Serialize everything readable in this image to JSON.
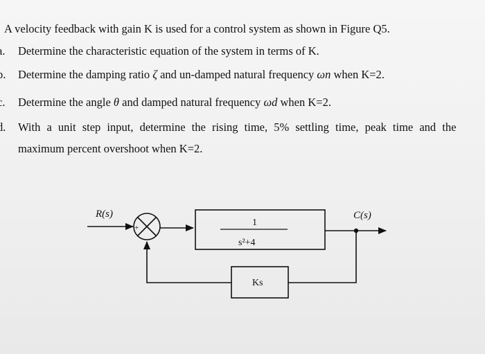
{
  "problem": {
    "intro": "A velocity feedback with gain K is used for a control system as shown in Figure Q5.",
    "parts": [
      {
        "label": "a.",
        "text": "Determine the characteristic equation of the system in terms of K."
      },
      {
        "label": "b.",
        "text_before": "Determine the damping ratio",
        "symbol1": "ζ",
        "text_mid": "and un-damped natural frequency",
        "symbol2": "ωn",
        "text_after": "when K=2."
      },
      {
        "label": "c.",
        "text_before": "Determine the angle",
        "symbol1": "θ",
        "text_mid": "and damped natural frequency",
        "symbol2": "ωd",
        "text_after": "when K=2."
      },
      {
        "label": "d.",
        "line1": "With a unit step input, determine the rising time, 5% settling time, peak time and the",
        "line2": "maximum percent overshoot when K=2."
      }
    ]
  },
  "diagram": {
    "input_label": "R(s)",
    "output_label": "C(s)",
    "plus_sign": "+",
    "minus_sign": "−",
    "plant_numerator": "1",
    "plant_denominator": "s²+4",
    "feedback_label": "Ks"
  }
}
